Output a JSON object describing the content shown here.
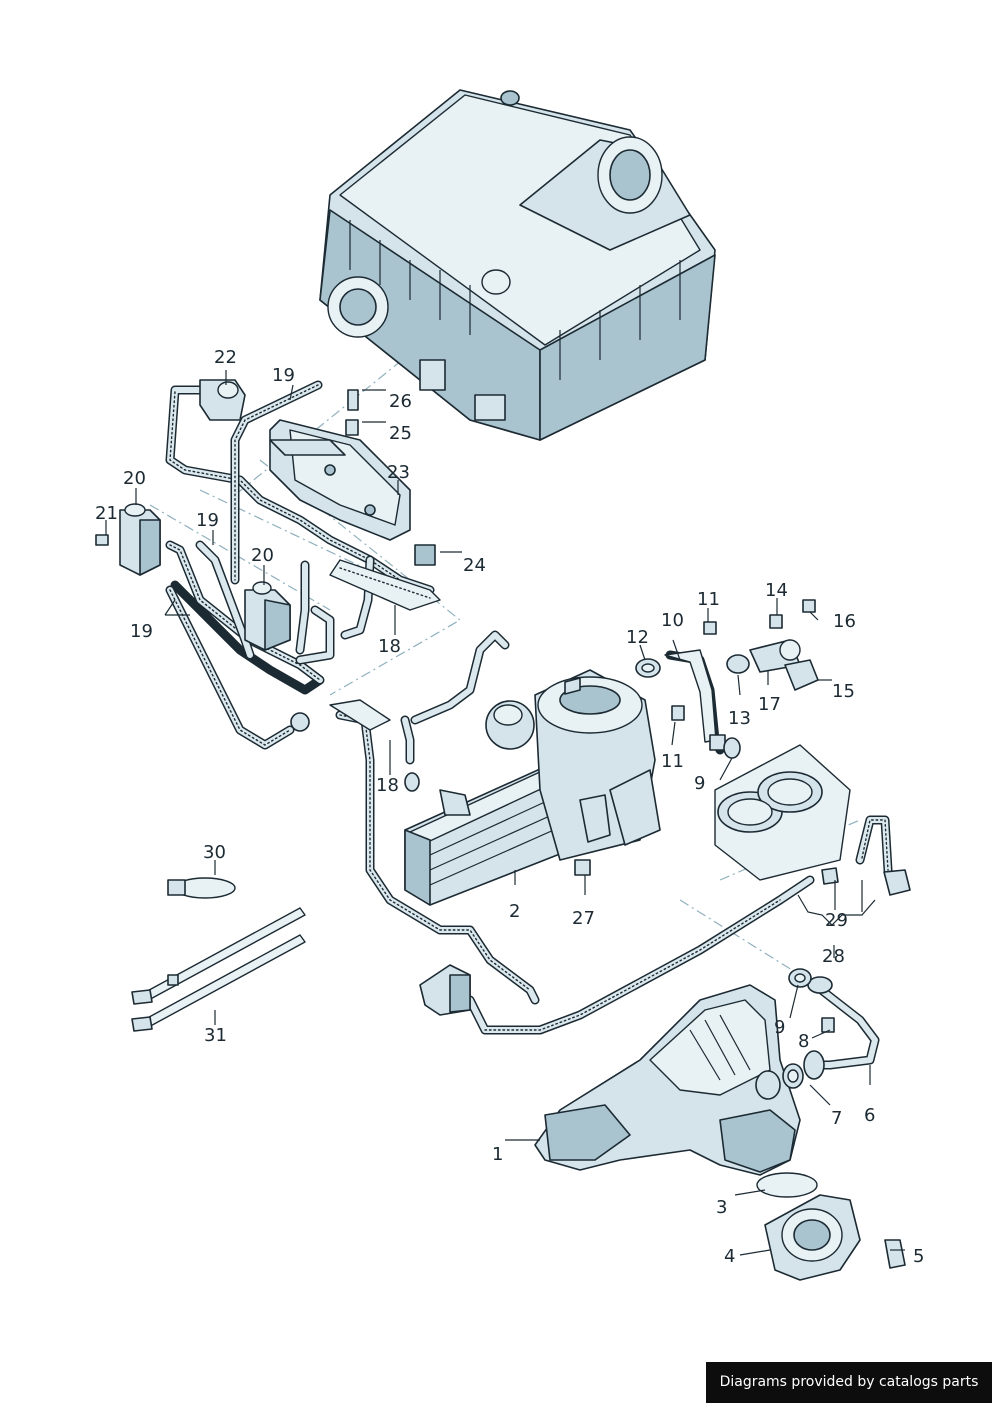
{
  "callouts": [
    {
      "num": "1"
    },
    {
      "num": "2"
    },
    {
      "num": "3"
    },
    {
      "num": "4"
    },
    {
      "num": "5"
    },
    {
      "num": "6"
    },
    {
      "num": "7"
    },
    {
      "num": "8"
    },
    {
      "num": "9"
    },
    {
      "num": "9"
    },
    {
      "num": "10"
    },
    {
      "num": "11"
    },
    {
      "num": "11"
    },
    {
      "num": "12"
    },
    {
      "num": "13"
    },
    {
      "num": "14"
    },
    {
      "num": "15"
    },
    {
      "num": "16"
    },
    {
      "num": "17"
    },
    {
      "num": "18"
    },
    {
      "num": "18"
    },
    {
      "num": "19"
    },
    {
      "num": "19"
    },
    {
      "num": "19"
    },
    {
      "num": "20"
    },
    {
      "num": "20"
    },
    {
      "num": "21"
    },
    {
      "num": "22"
    },
    {
      "num": "23"
    },
    {
      "num": "24"
    },
    {
      "num": "25"
    },
    {
      "num": "26"
    },
    {
      "num": "27"
    },
    {
      "num": "28"
    },
    {
      "num": "29"
    },
    {
      "num": "30"
    },
    {
      "num": "31"
    }
  ],
  "credit": "Diagrams provided by catalogs parts",
  "colors": {
    "part_fill": "#d4e4ea",
    "outline": "#1c2a33",
    "credit_bg": "#0d0d0d"
  }
}
